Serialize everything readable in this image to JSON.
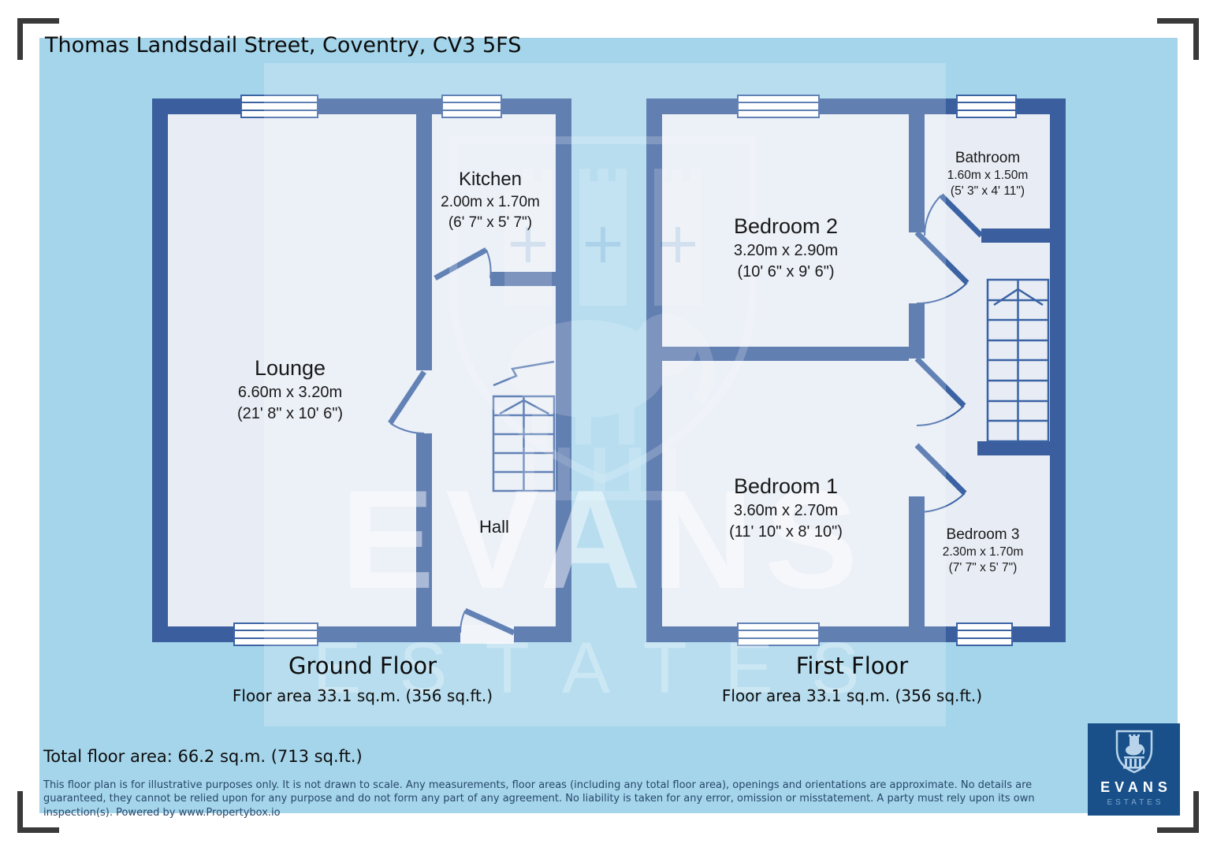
{
  "header": {
    "title": "Thomas Landsdail Street, Coventry, CV3 5FS"
  },
  "colors": {
    "background_blue": "#a5d5eb",
    "wall_blue": "#3b5f9e",
    "room_fill": "#e8edf5",
    "logo_background": "#19508a",
    "disclaimer_text": "#27476a",
    "bracket_gray": "#3a3a3a"
  },
  "floors": [
    {
      "name": "Ground Floor",
      "area_label": "Floor area 33.1 sq.m. (356 sq.ft.)",
      "rooms": [
        {
          "name": "Lounge",
          "metric": "6.60m x 3.20m",
          "imperial": "(21' 8\" x 10' 6\")"
        },
        {
          "name": "Kitchen",
          "metric": "2.00m x 1.70m",
          "imperial": "(6' 7\" x 5' 7\")"
        },
        {
          "name": "Hall",
          "metric": "",
          "imperial": ""
        }
      ]
    },
    {
      "name": "First Floor",
      "area_label": "Floor area 33.1 sq.m. (356 sq.ft.)",
      "rooms": [
        {
          "name": "Bedroom 2",
          "metric": "3.20m x 2.90m",
          "imperial": "(10' 6\" x 9' 6\")"
        },
        {
          "name": "Bathroom",
          "metric": "1.60m x 1.50m",
          "imperial": "(5' 3\" x 4' 11\")"
        },
        {
          "name": "Bedroom 1",
          "metric": "3.60m x 2.70m",
          "imperial": "(11' 10\" x 8' 10\")"
        },
        {
          "name": "Bedroom 3",
          "metric": "2.30m x 1.70m",
          "imperial": "(7' 7\" x 5' 7\")"
        }
      ]
    }
  ],
  "summary": {
    "total_area": "Total floor area: 66.2 sq.m. (713 sq.ft.)"
  },
  "disclaimer": "This floor plan is for illustrative purposes only. It is not drawn to scale. Any measurements, floor areas (including any total floor area), openings and orientations are approximate. No details are guaranteed, they cannot be relied upon for any purpose and do not form any part of any agreement. No liability is taken for any error, omission or misstatement. A party must rely upon its own inspection(s). Powered by www.Propertybox.io",
  "branding": {
    "logo_name": "EVANS",
    "logo_subtitle": "ESTATES",
    "watermark_name": "EVANS",
    "watermark_subtitle": "ESTATES"
  }
}
